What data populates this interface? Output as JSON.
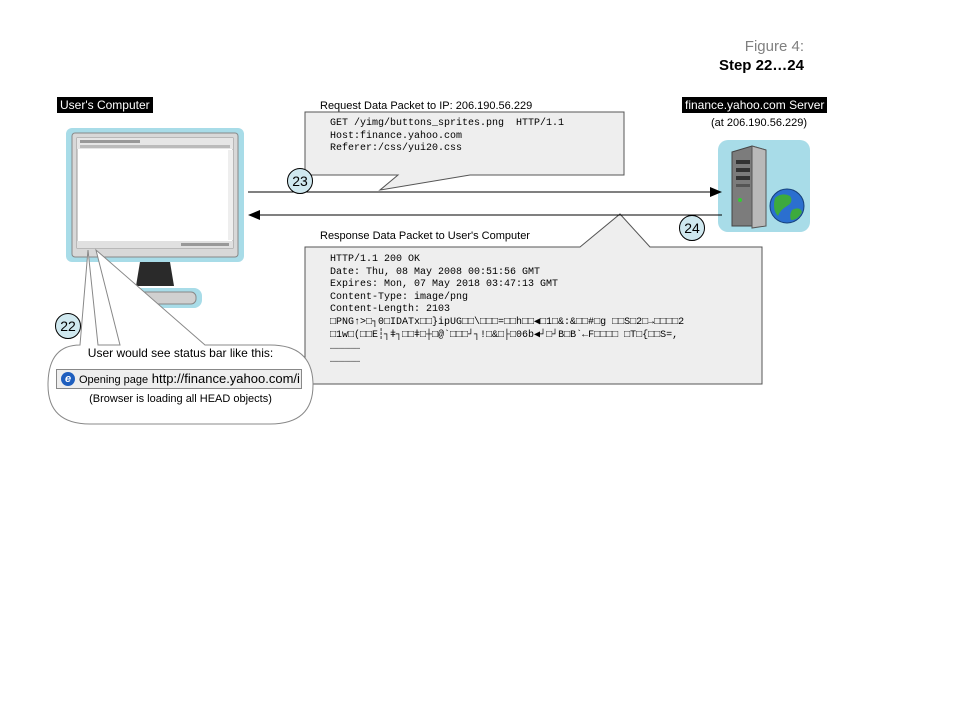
{
  "figure": {
    "label": "Figure 4:",
    "step": "Step 22…24"
  },
  "client": {
    "label": "User's Computer"
  },
  "server": {
    "label": "finance.yahoo.com Server",
    "ip": "(at 206.190.56.229)"
  },
  "request": {
    "title": "Request Data Packet to IP: 206.190.56.229",
    "lines": [
      "GET /yimg/buttons_sprites.png  HTTP/1.1",
      "Host:finance.yahoo.com",
      "Referer:/css/yui20.css"
    ]
  },
  "response": {
    "title": "Response Data Packet to User's Computer",
    "lines": [
      "HTTP/1.1 200 OK",
      "Date: Thu, 08 May 2008 00:51:56 GMT",
      "Expires: Mon, 07 May 2018 03:47:13 GMT",
      "Content-Type: image/png",
      "Content-Length: 2103",
      "",
      "□PNG↑>□┐0□IDATx□□}ipUG□□\\□□□=□□h□□◀□1□&:&□□#□g □□S□2□→□□□□2",
      "□1w□(□□E┆┐ǂ┐□□ǂ□┼□@`□□□┘┐!□&□├□06b◀┘□┘B□B`←F□□□□ □T□{□□S=,",
      "……………",
      "……………"
    ]
  },
  "steps": {
    "s22": "22",
    "s23": "23",
    "s24": "24"
  },
  "status_callout": {
    "heading": "User would see status bar like this:",
    "bar_prefix": "Opening page",
    "bar_url": "http://finance.yahoo.com/i",
    "note": "(Browser is loading all HEAD objects)"
  },
  "icons": {
    "browser": "ie-icon",
    "globe": "globe-icon",
    "server": "server-tower-icon",
    "monitor": "monitor-icon"
  },
  "colors": {
    "monitor_glow": "#a8dce8",
    "step_circle": "#cfe8ef",
    "box_fill": "#eeeeee"
  }
}
